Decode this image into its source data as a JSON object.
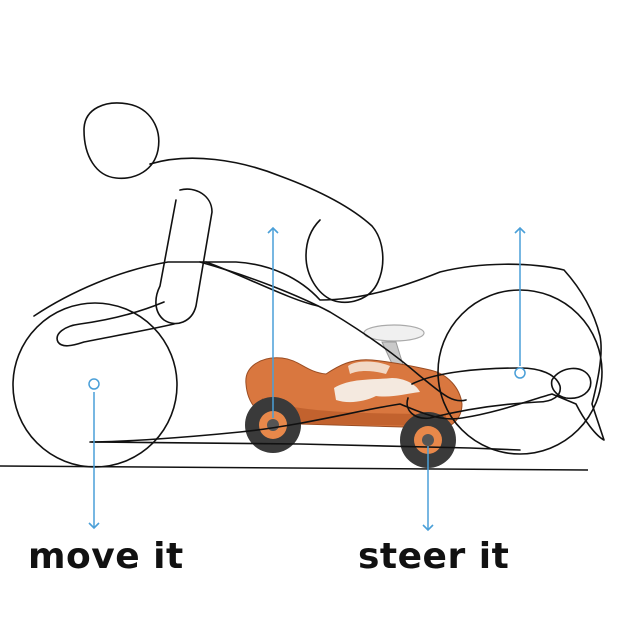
{
  "labels": {
    "move": "move it",
    "steer": "steer it"
  },
  "colors": {
    "line": "#111111",
    "arrow": "#4a9fd8",
    "toy_body": "#d9773f",
    "toy_body_shade": "#b85a28",
    "toy_wheel": "#3a3a3a",
    "toy_hub": "#e8884a",
    "toy_seat": "#e9e9e9"
  },
  "icons": [
    "rider-silhouette",
    "motorcycle-outline",
    "toy-ride-on-car",
    "arrow-up",
    "arrow-down"
  ]
}
